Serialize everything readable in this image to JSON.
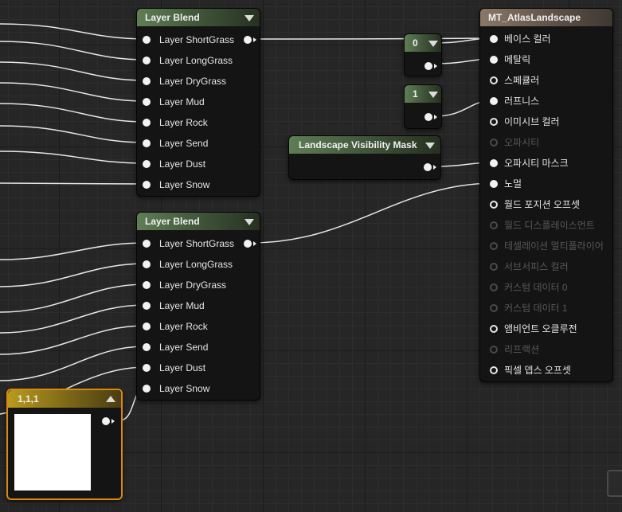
{
  "layer_blend_1": {
    "title": "Layer Blend",
    "layers": [
      "Layer ShortGrass",
      "Layer LongGrass",
      "Layer DryGrass",
      "Layer Mud",
      "Layer Rock",
      "Layer Send",
      "Layer Dust",
      "Layer Snow"
    ]
  },
  "layer_blend_2": {
    "title": "Layer Blend",
    "layers": [
      "Layer ShortGrass",
      "Layer LongGrass",
      "Layer DryGrass",
      "Layer Mud",
      "Layer Rock",
      "Layer Send",
      "Layer Dust",
      "Layer Snow"
    ]
  },
  "const_0": {
    "value": "0"
  },
  "const_1": {
    "value": "1"
  },
  "visibility_mask": {
    "title": "Landscape Visibility Mask"
  },
  "vector_const": {
    "title": "1,1,1",
    "color": "#ffffff"
  },
  "material": {
    "title": "MT_AtlasLandscape",
    "inputs": [
      {
        "label": "베이스 컬러",
        "state": "connected"
      },
      {
        "label": "메탈릭",
        "state": "connected"
      },
      {
        "label": "스페큘러",
        "state": "available"
      },
      {
        "label": "러프니스",
        "state": "connected"
      },
      {
        "label": "이미시브 컬러",
        "state": "available"
      },
      {
        "label": "오파시티",
        "state": "disabled"
      },
      {
        "label": "오파시티 마스크",
        "state": "connected"
      },
      {
        "label": "노멀",
        "state": "connected"
      },
      {
        "label": "월드 포지션 오프셋",
        "state": "available"
      },
      {
        "label": "월드 디스플레이스먼트",
        "state": "disabled"
      },
      {
        "label": "테셀레이션 멀티플라이어",
        "state": "disabled"
      },
      {
        "label": "서브서피스 컬러",
        "state": "disabled"
      },
      {
        "label": "커스텀 데이터 0",
        "state": "disabled"
      },
      {
        "label": "커스텀 데이터 1",
        "state": "disabled"
      },
      {
        "label": "앰비언트 오클루전",
        "state": "available"
      },
      {
        "label": "리프랙션",
        "state": "disabled"
      },
      {
        "label": "픽셀 뎁스 오프셋",
        "state": "available"
      }
    ]
  },
  "colors": {
    "background": "#262626",
    "wire": "#e6e6e6",
    "selection": "#d98a0e"
  }
}
